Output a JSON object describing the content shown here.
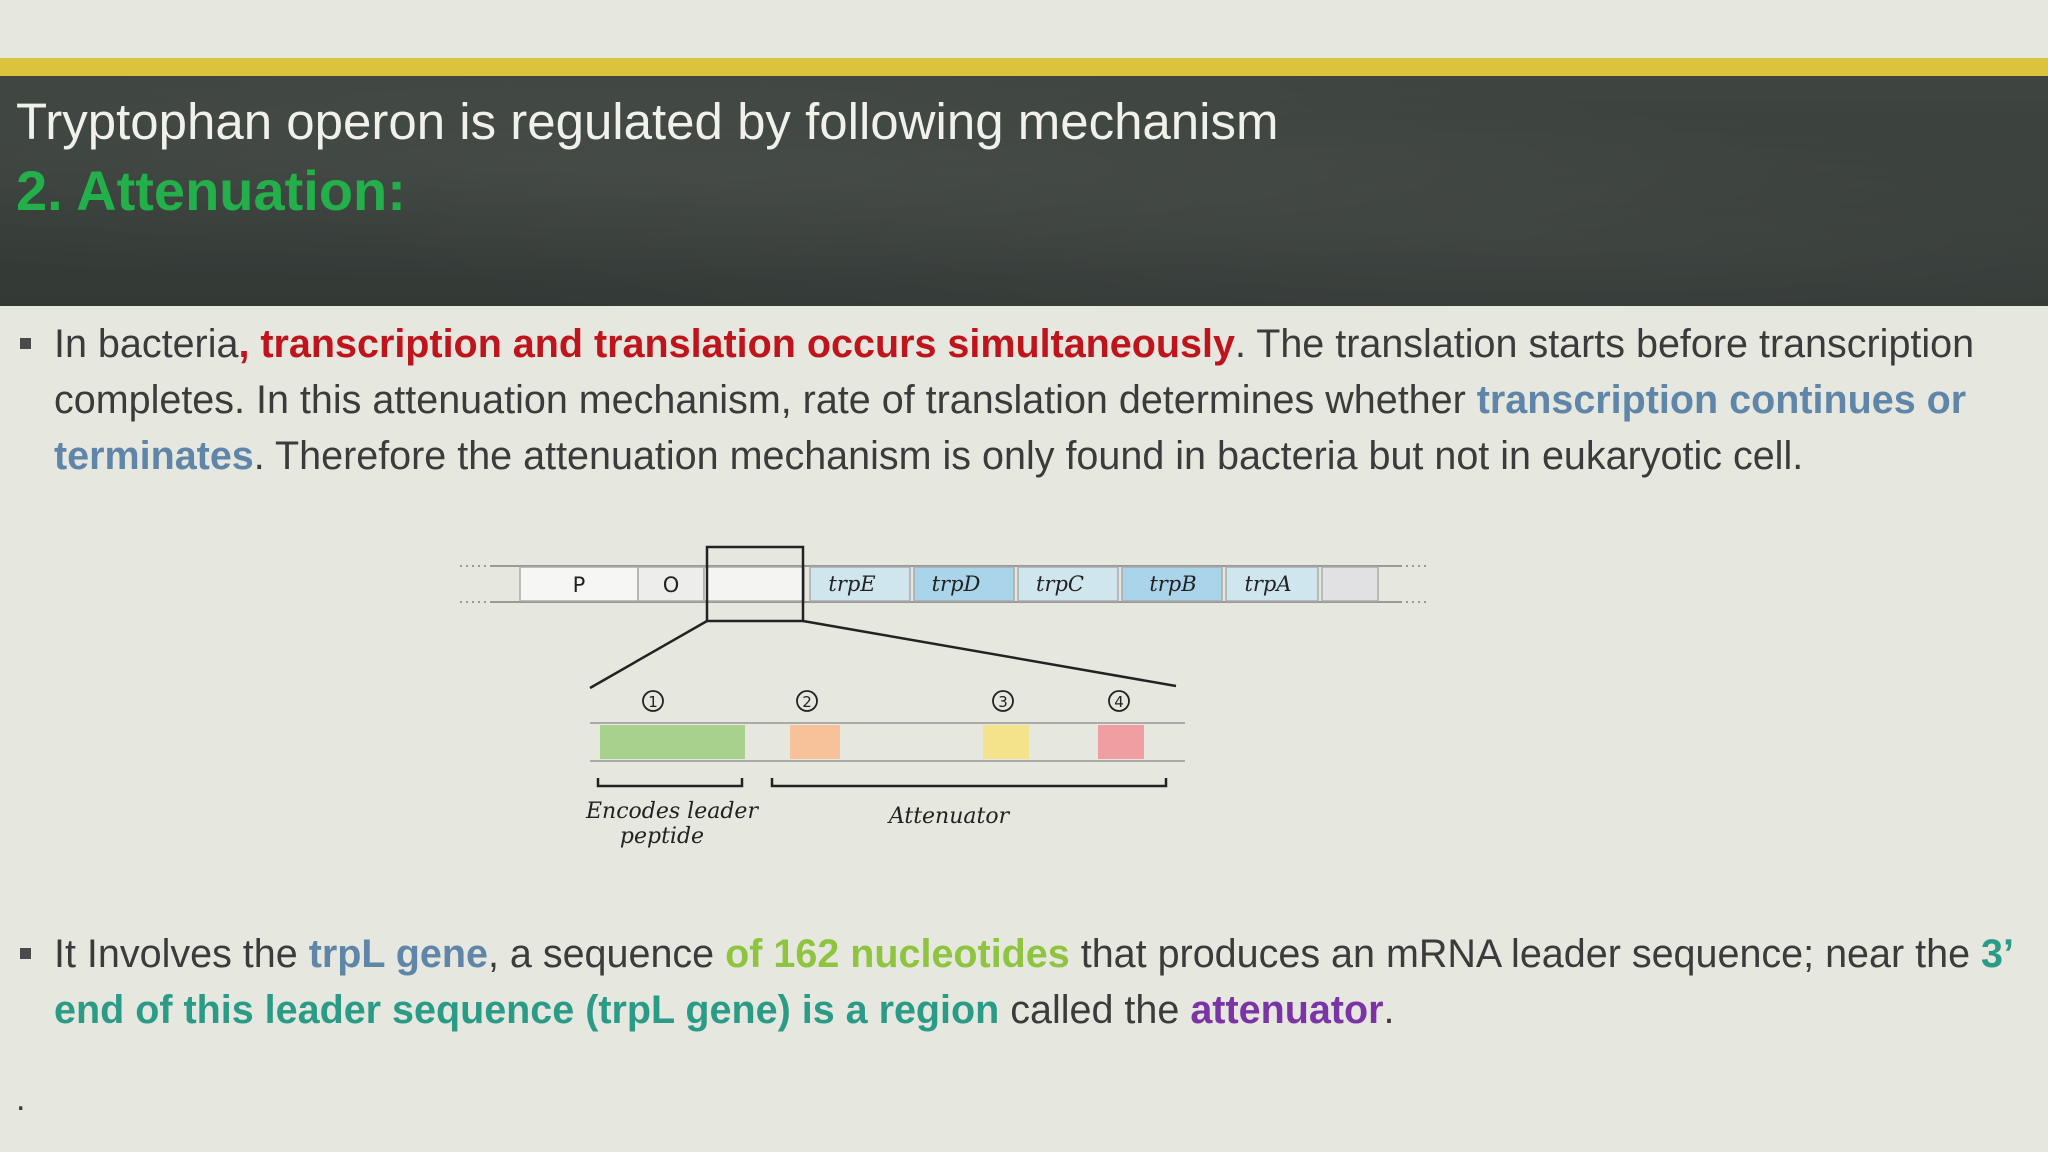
{
  "header": {
    "title": "Tryptophan operon is regulated by following mechanism",
    "subtitle": "2. Attenuation:"
  },
  "paragraph1": {
    "seg1": "In bacteria",
    "seg2": ", transcription and translation occurs simultaneously",
    "seg3": ". The translation starts before transcription completes. In this attenuation mechanism, rate of translation determines whether ",
    "seg4": "transcription continues or terminates",
    "seg5": ". Therefore the attenuation mechanism is only found in bacteria but not in eukaryotic cell."
  },
  "paragraph2": {
    "seg1": "It Involves the ",
    "seg2": "trpL gene",
    "seg3": ", a sequence ",
    "seg4": "of 162 nucleotides",
    "seg5": " that produces an mRNA leader sequence; near the ",
    "seg6": "3’ end of this leader sequence (trpL gene) is a region",
    "seg7": " called the ",
    "seg8": "attenuator",
    "seg9": "."
  },
  "diagram": {
    "operon_labels": [
      "P",
      "O",
      "trpE",
      "trpD",
      "trpC",
      "trpB",
      "trpA"
    ],
    "region_numbers": [
      "1",
      "2",
      "3",
      "4"
    ],
    "leader_label_line1": "Encodes leader",
    "leader_label_line2": "peptide",
    "attenuator_label": "Attenuator",
    "colors": {
      "trpE": "#cfe6ef",
      "trpD": "#a9d4ea",
      "trpC": "#cfe6ef",
      "trpB": "#a9d4ea",
      "trpA": "#cfe6ef",
      "region1": "#a9d18e",
      "region2": "#f7c19a",
      "region3": "#f5e38c",
      "region4": "#ef9ea2"
    }
  },
  "footer_mark": "."
}
